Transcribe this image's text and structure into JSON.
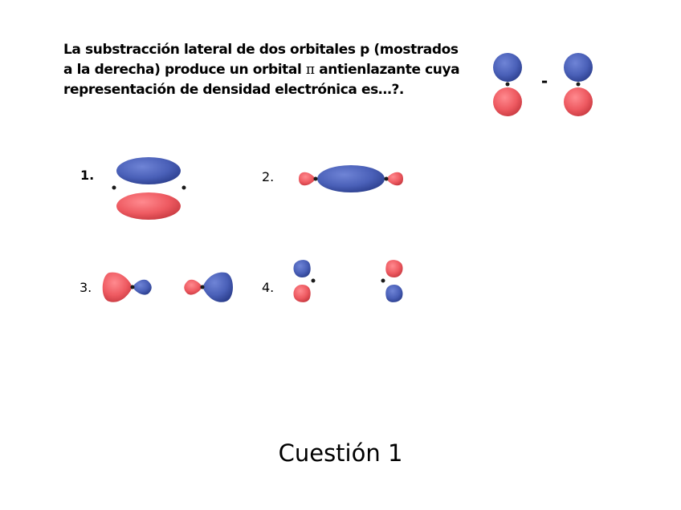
{
  "question": {
    "part1": "La substracción lateral de dos orbitales p (mostrados a la derecha) produce un orbital ",
    "symbol": "π",
    "part2": " antienlazante cuya representación de densidad electrónica es…?."
  },
  "operator": "-",
  "options": [
    "1.",
    "2.",
    "3.",
    "4."
  ],
  "footer": "Cuestión 1",
  "colors": {
    "blue_lobe": "#4a60b8",
    "red_lobe": "#ee5a61",
    "node": "#1a1a1a"
  }
}
